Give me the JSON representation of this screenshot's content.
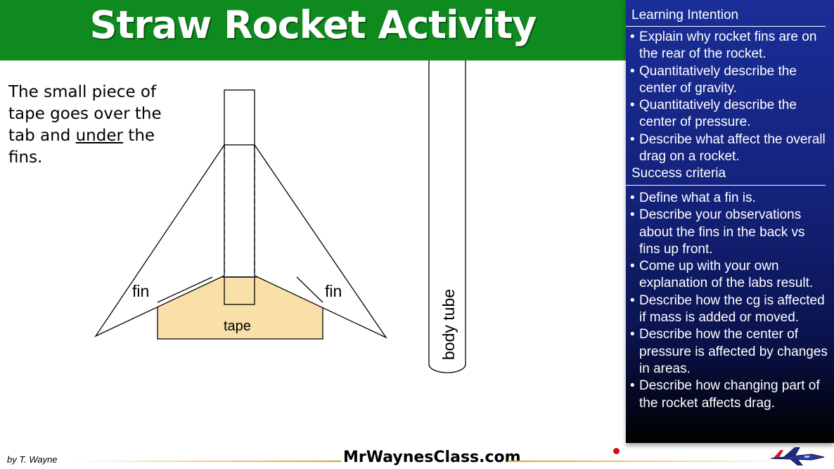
{
  "title": "Straw Rocket Activity",
  "intro": {
    "before": "The small piece of tape goes over the tab and ",
    "emphasis": "under",
    "after": " the fins."
  },
  "diagram": {
    "fin_left_label": "fin",
    "fin_right_label": "fin",
    "tape_label": "tape",
    "body_tube_label": "body tube",
    "colors": {
      "tape_fill": "#f9dfa8",
      "line": "#000000"
    }
  },
  "panel": {
    "learning_heading": "Learning Intention",
    "learning_items": [
      "Explain why rocket fins are on the rear of the rocket.",
      "Quantitatively describe the center of gravity.",
      "Quantitatively describe the center of pressure.",
      "Describe what affect the overall drag on a rocket."
    ],
    "success_heading": "Success criteria",
    "success_items": [
      "Define what a fin is.",
      "Describe your observations about the fins in the back vs fins up front.",
      "Come up with your own explanation of the labs result.",
      "Describe how the cg is affected if mass is added or moved.",
      "Describe how the center of pressure is affected  by changes in areas.",
      "Describe how changing part of the rocket affects drag."
    ]
  },
  "footer": {
    "author": "by T. Wayne",
    "site": "MrWaynesClass.com"
  },
  "colors": {
    "title_bar": "#0f8a1e",
    "panel_top": "#1a2e98",
    "panel_bottom": "#000000"
  }
}
